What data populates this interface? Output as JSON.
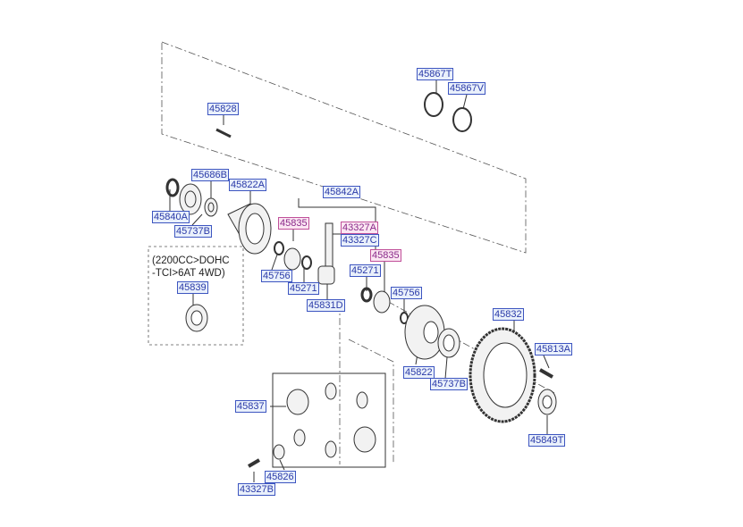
{
  "colors": {
    "label_text": "#2a3aa8",
    "label_bg": "#e9f0fb",
    "highlight_text": "#8a2a8a",
    "highlight_bg": "#fbe6f2"
  },
  "labels": {
    "p45867T": "45867T",
    "p45867V": "45867V",
    "p45828": "45828",
    "p45686B": "45686B",
    "p45822A": "45822A",
    "p45842A": "45842A",
    "p45840A": "45840A",
    "p45737B_a": "45737B",
    "p45835_a": "45835",
    "p43327A": "43327A",
    "p43327C": "43327C",
    "p45835_b": "45835",
    "p45839": "45839",
    "p45756_a": "45756",
    "p45271_a": "45271",
    "p45271_b": "45271",
    "p45756_b": "45756",
    "p45831D": "45831D",
    "p45832": "45832",
    "p45813A": "45813A",
    "p45822": "45822",
    "p45737B_b": "45737B",
    "p45837": "45837",
    "p45849T": "45849T",
    "p45826": "45826",
    "p43327B": "43327B"
  },
  "note": {
    "line1": "(2200CC>DOHC",
    "line2": "-TCI>6AT 4WD)"
  }
}
